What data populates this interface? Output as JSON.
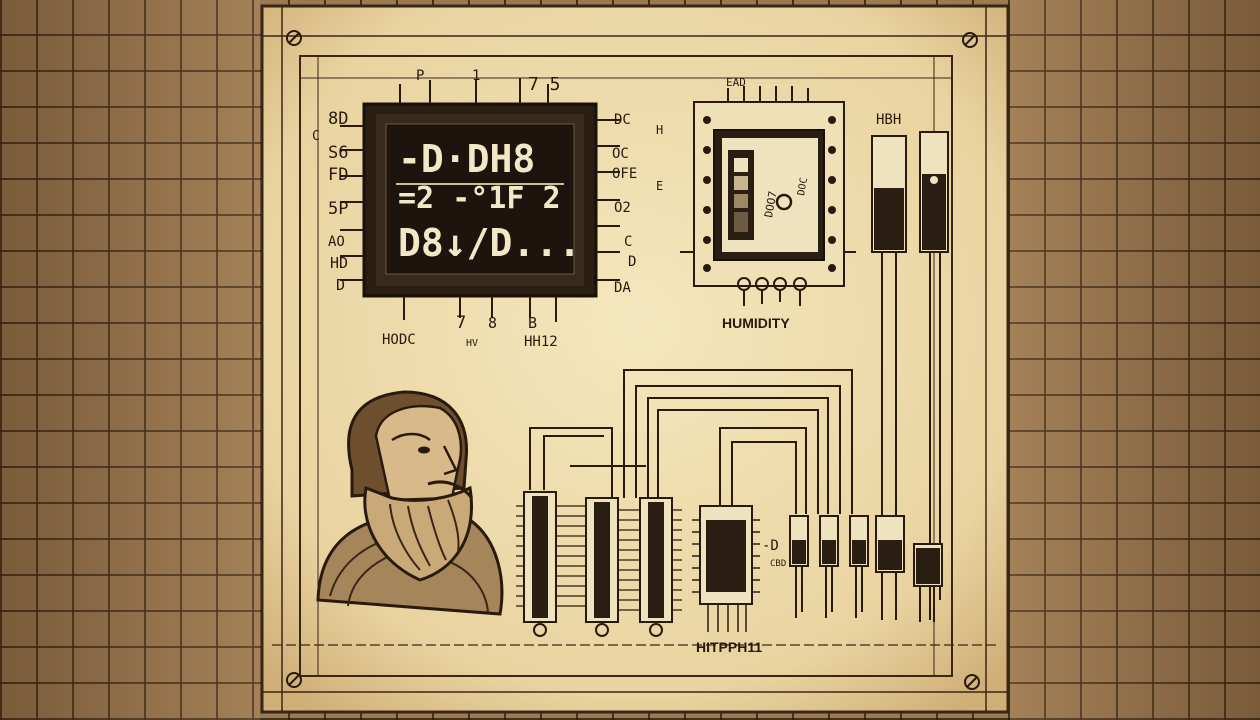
{
  "display": {
    "line1": "-D·DH8",
    "line2": "=2 -°1F  2",
    "line3": "D8↓/D..."
  },
  "display_pin_labels": {
    "top": [
      "P",
      "1",
      "7 5"
    ],
    "left": [
      "8D",
      "C",
      "S6",
      "FD",
      "5P",
      "AO",
      "HD",
      "D"
    ],
    "right": [
      "DC",
      "H",
      "OC",
      "OFE",
      "E",
      "O2",
      "C",
      "D",
      "DA"
    ],
    "bottom": [
      "HODC",
      "7",
      "8",
      "B",
      "HV",
      "HH12"
    ]
  },
  "sensor": {
    "caption": "HUMIDITY",
    "top_label": "EAD",
    "face_text_1": "DOO7",
    "face_text_2": "DOC"
  },
  "connector": {
    "label": "HBH"
  },
  "chips": {
    "center_label": "-D",
    "center_sub": "CBD",
    "bottom_caption": "HITPPH11"
  }
}
